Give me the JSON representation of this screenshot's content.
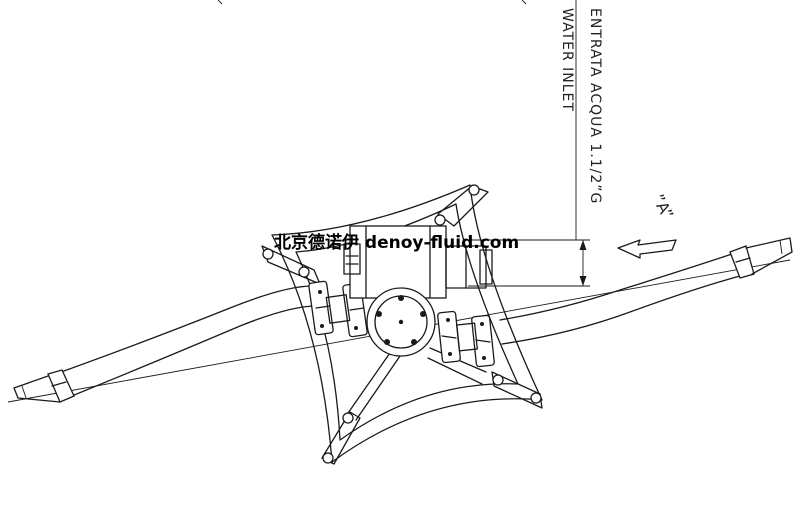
{
  "labels": {
    "inlet_it": "ENTRATA  ACQUA  1.1/2”G",
    "inlet_en": "WATER  INLET",
    "view_a": "”A”"
  },
  "watermark": "北京德诺伊 denoy-fluid.com"
}
